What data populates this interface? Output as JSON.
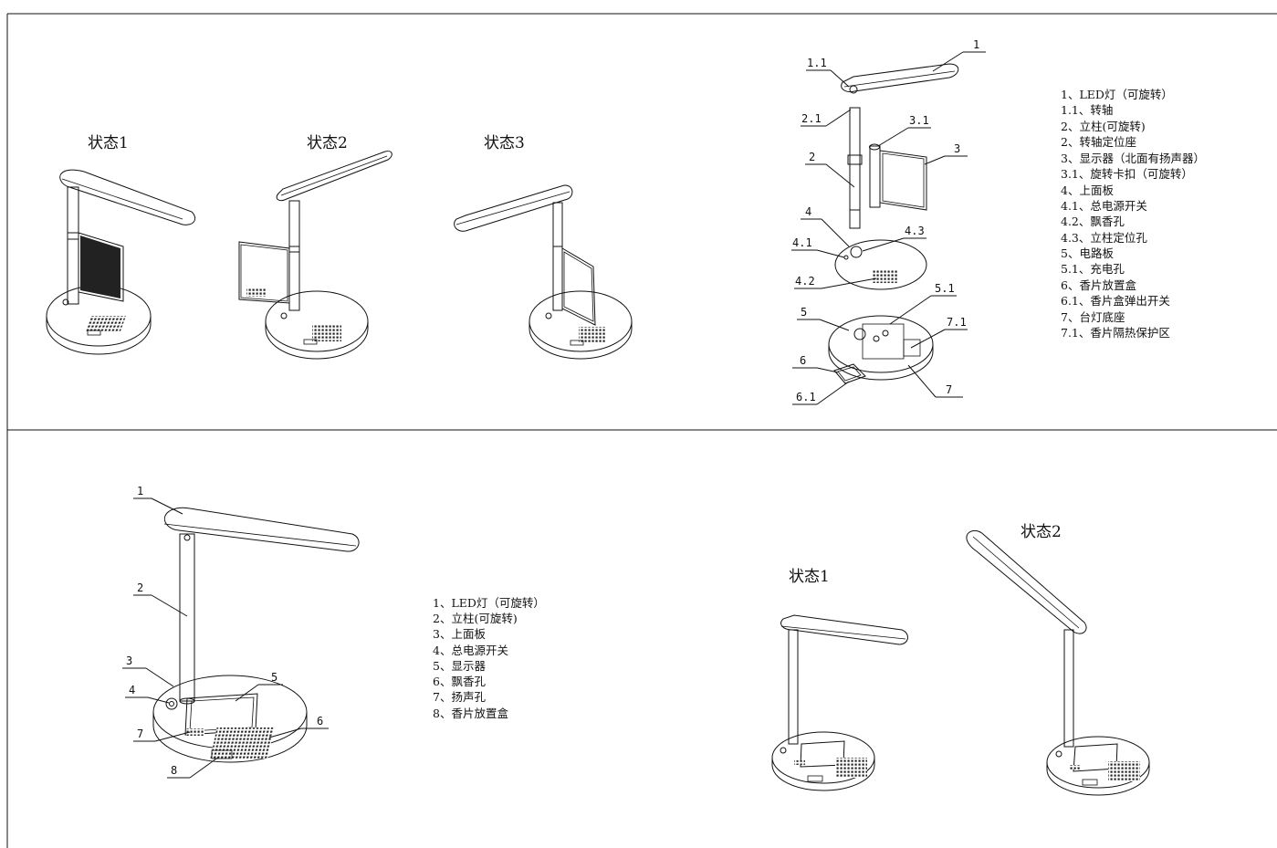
{
  "sheet_top": {
    "state_titles": [
      "状态1",
      "状态2",
      "状态3"
    ],
    "exploded_labels": [
      "1",
      "1.1",
      "2.1",
      "3.1",
      "3",
      "2",
      "4",
      "4.3",
      "4.1",
      "4.2",
      "5.1",
      "5",
      "7.1",
      "6",
      "6.1",
      "7"
    ],
    "legend": [
      "1、LED灯（可旋转）",
      "1.1、转轴",
      "2、立柱(可旋转)",
      "2、转轴定位座",
      "3、显示器（北面有扬声器）",
      "3.1、旋转卡扣（可旋转）",
      "4、上面板",
      "4.1、总电源开关",
      "4.2、飘香孔",
      "4.3、立柱定位孔",
      "5、电路板",
      "5.1、充电孔",
      "6、香片放置盒",
      "6.1、香片盒弹出开关",
      "7、台灯底座",
      "7.1、香片隔热保护区"
    ]
  },
  "sheet_bottom": {
    "callouts": [
      "1",
      "2",
      "3",
      "4",
      "5",
      "6",
      "7",
      "8"
    ],
    "legend": [
      "1、LED灯（可旋转）",
      "2、立柱(可旋转)",
      "3、上面板",
      "4、总电源开关",
      "5、显示器",
      "6、飘香孔",
      "7、扬声孔",
      "8、香片放置盒"
    ],
    "state_titles": [
      "状态1",
      "状态2"
    ]
  },
  "icons": {
    "frame": "drawing-frame",
    "lamp": "desk-lamp-drawing"
  }
}
